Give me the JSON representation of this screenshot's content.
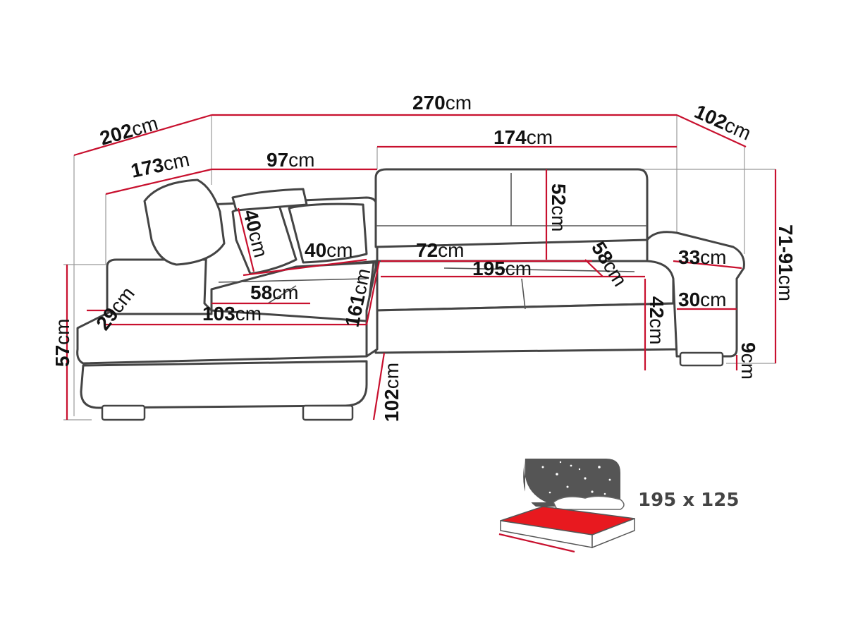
{
  "unit": "cm",
  "dimensions": {
    "total_width": "270",
    "left_depth": "202",
    "right_depth": "102",
    "left_inner": "173",
    "corner_back": "97",
    "right_back": "174",
    "right_back_height": "52",
    "cushion_small": "40",
    "cushion_small_width": "40",
    "seat_width": "72",
    "seat_length": "195",
    "seat_depth_right": "58",
    "left_seat": "58",
    "left_length": "103",
    "armrest_depth": "29",
    "corner_diag": "161",
    "arm_height": "33",
    "arm_width": "30",
    "seat_height": "42",
    "leg_height": "9",
    "total_height": "71-91",
    "left_height": "57",
    "chaise_width": "102"
  },
  "bed": {
    "size_label": "195 x 125"
  },
  "colors": {
    "dimension_line": "#c8102e",
    "outline": "#444444",
    "bed_mattress": "#e8191f"
  }
}
